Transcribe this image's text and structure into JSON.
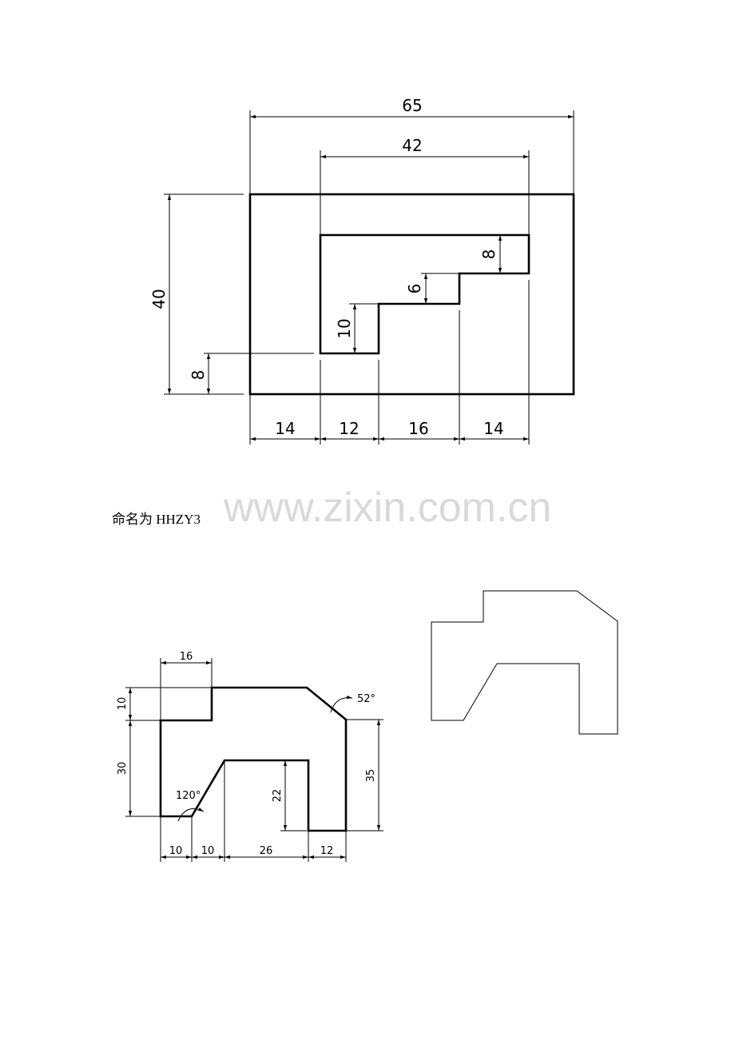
{
  "drawing1": {
    "dims": {
      "overall_width": "65",
      "inner_width": "42",
      "overall_height": "40",
      "bottom_offset": "8",
      "step_high": "8",
      "step_mid": "6",
      "step_low": "10",
      "seg_1": "14",
      "seg_2": "12",
      "seg_3": "16",
      "seg_4": "14"
    }
  },
  "caption": "命名为 HHZY3",
  "watermark": "www.zixin.com.cn",
  "drawing2": {
    "dims": {
      "top_width": "16",
      "left_top_height": "10",
      "left_height": "30",
      "angle_top": "52°",
      "angle_bottom": "120°",
      "inner_height": "22",
      "right_height": "35",
      "seg_1": "10",
      "seg_2": "10",
      "seg_3": "26",
      "seg_4": "12"
    }
  }
}
